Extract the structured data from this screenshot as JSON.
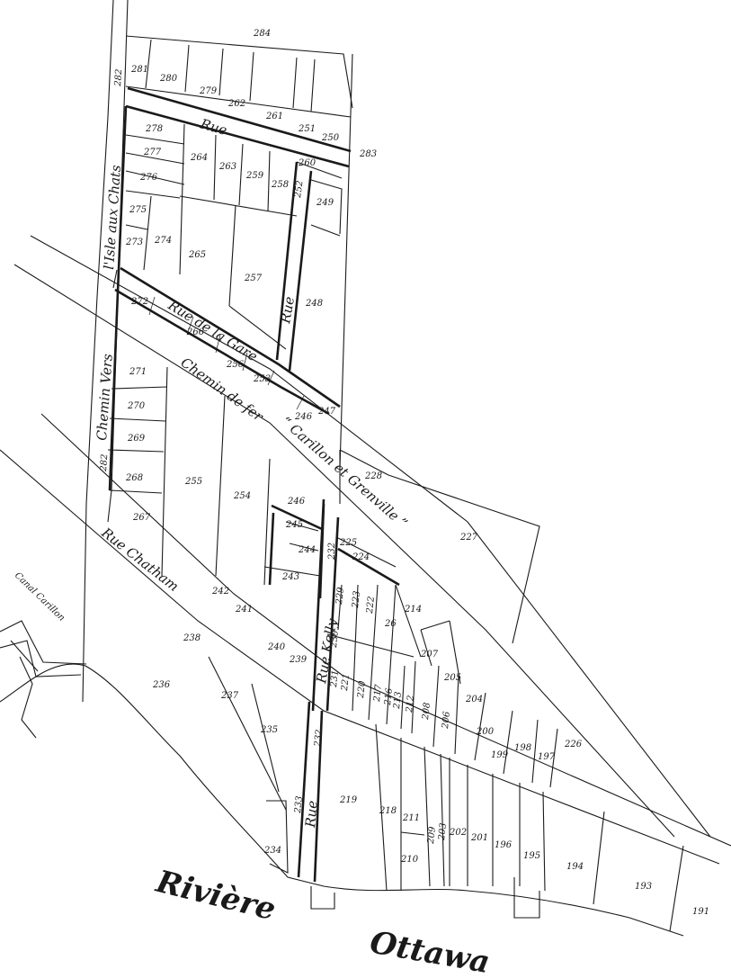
{
  "streets": {
    "isle_aux_chats": "l'Isle aux Chats",
    "chemin_vers": "Chemin Vers",
    "rue_top": "Rue",
    "rue_east": "Rue",
    "rue_de_la_gare": "Rue de la Gare",
    "chemin_de_fer": "Chemin de fer",
    "carillon_grenville": "“ Carillon et Grenville ”",
    "rue_chatham": "Rue Chatham",
    "rue_kelly": "Rue Kelly",
    "rue_south": "Rue"
  },
  "canal": "Canal Carillon",
  "river": {
    "word1": "Rivière",
    "word2": "Ottawa"
  },
  "lots": {
    "l284": "284",
    "l281": "281",
    "l280": "280",
    "l279": "279",
    "l262": "262",
    "l261": "261",
    "l251": "251",
    "l250": "250",
    "l283": "283",
    "l282a": "282",
    "l278": "278",
    "l277": "277",
    "l276": "276",
    "l264": "264",
    "l263": "263",
    "l259": "259",
    "l258": "258",
    "l260": "260",
    "l252": "252",
    "l249": "249",
    "l275": "275",
    "l273": "273",
    "l274": "274",
    "l265": "265",
    "l257": "257",
    "l248": "248",
    "l272": "272",
    "l266": "266",
    "l256": "256",
    "l253": "253",
    "l246a": "246",
    "l247": "247",
    "l271": "271",
    "l270": "270",
    "l269": "269",
    "l268": "268",
    "l282b": "282",
    "l267": "267",
    "l255": "255",
    "l254": "254",
    "l246b": "246",
    "l245": "245",
    "l244": "244",
    "l243": "243",
    "l232a": "232",
    "l228": "228",
    "l227": "227",
    "l225": "225",
    "l224": "224",
    "l229": "229",
    "l223": "223",
    "l222": "222",
    "l26": "26",
    "l214": "214",
    "l242": "242",
    "l241": "241",
    "l238": "238",
    "l240": "240",
    "l239": "239",
    "l230": "230",
    "l231": "231",
    "l221": "221",
    "l220": "220",
    "l217": "217",
    "l216": "216",
    "l213": "213",
    "l212": "212",
    "l207": "207",
    "l205": "205",
    "l208": "208",
    "l204": "204",
    "l206": "206",
    "l200": "200",
    "l199": "199",
    "l198": "198",
    "l197": "197",
    "l226": "226",
    "l236": "236",
    "l237": "237",
    "l235": "235",
    "l232b": "232",
    "l233": "233",
    "l234": "234",
    "l219": "219",
    "l218": "218",
    "l211": "211",
    "l210": "210",
    "l203": "203",
    "l202": "202",
    "l201": "201",
    "l196": "196",
    "l195": "195",
    "l194": "194",
    "l193": "193",
    "l191": "191",
    "l209": "209"
  }
}
